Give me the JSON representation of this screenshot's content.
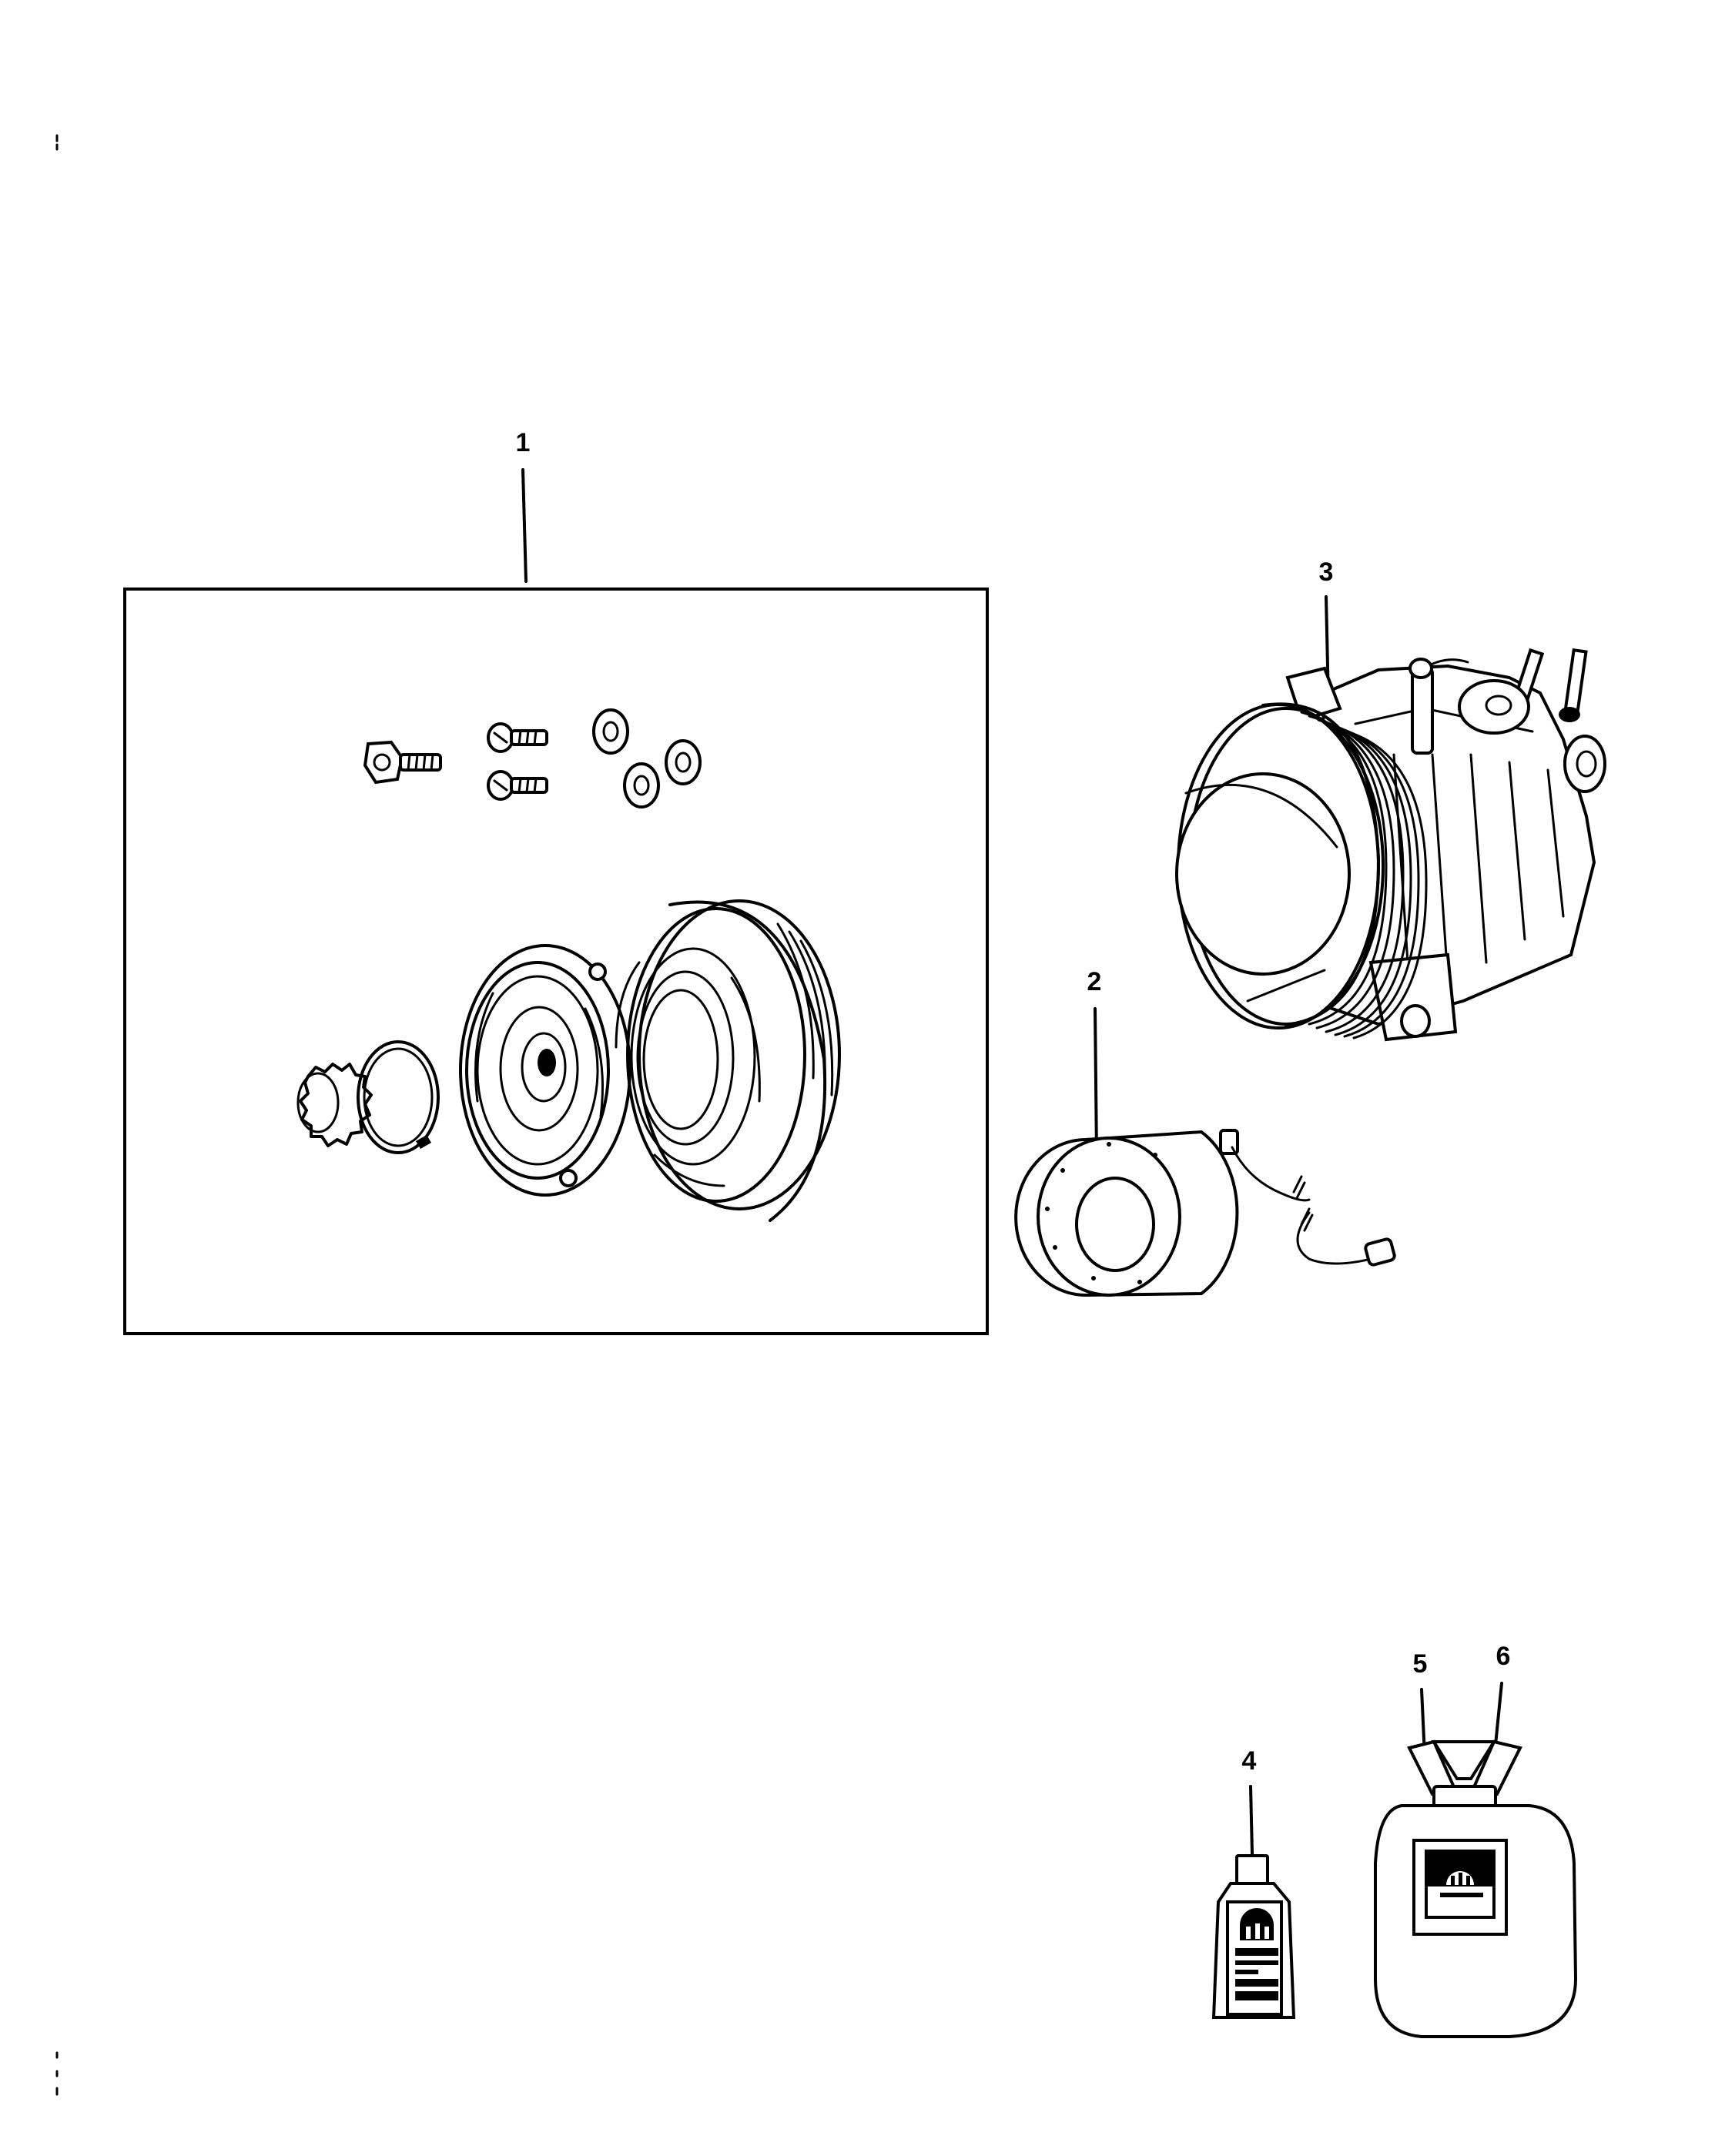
{
  "diagram": {
    "callouts": {
      "c1": "1",
      "c2": "2",
      "c3": "3",
      "c4": "4",
      "c5": "5",
      "c6": "6"
    },
    "colors": {
      "ink": "#000000",
      "paper": "#ffffff"
    }
  }
}
